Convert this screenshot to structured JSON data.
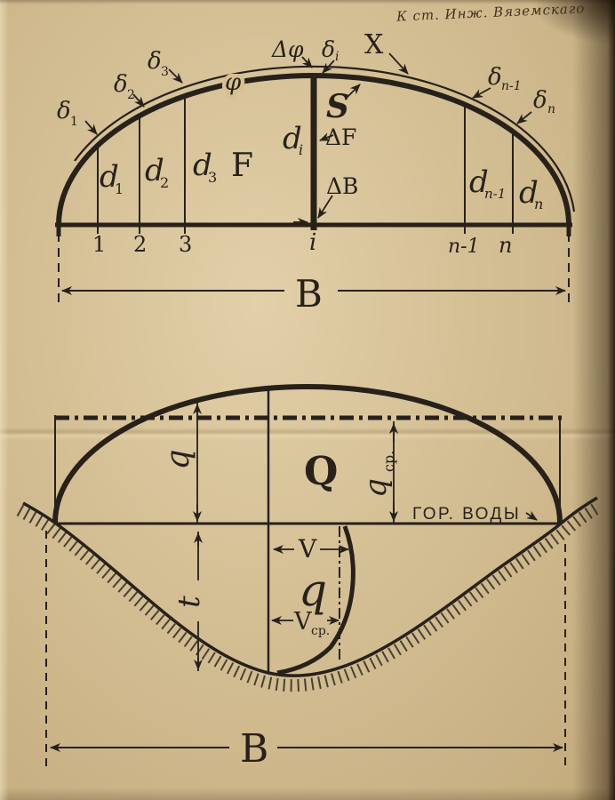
{
  "colors": {
    "paper": "#d6bf92",
    "ink": "#27211a",
    "hand": "#43301d"
  },
  "page": {
    "handwriting": "К ст. Инж. Вяземскаго"
  },
  "top": {
    "phi": "φ",
    "delta_phi": "Δφ",
    "x": "X",
    "s": "S",
    "f": "F",
    "delta_f": "ΔF",
    "delta_b": "ΔB",
    "b": "B",
    "delta1": {
      "m": "δ",
      "s": "1"
    },
    "delta2": {
      "m": "δ",
      "s": "2"
    },
    "delta3": {
      "m": "δ",
      "s": "3"
    },
    "delta_i": {
      "m": "δ",
      "s": "i"
    },
    "delta_n1": {
      "m": "δ",
      "s": "n-1"
    },
    "delta_n": {
      "m": "δ",
      "s": "n"
    },
    "d1": {
      "m": "d",
      "s": "1"
    },
    "d2": {
      "m": "d",
      "s": "2"
    },
    "d3": {
      "m": "d",
      "s": "3"
    },
    "d_i": {
      "m": "d",
      "s": "i"
    },
    "d_n1": {
      "m": "d",
      "s": "n-1"
    },
    "d_n": {
      "m": "d",
      "s": "n"
    },
    "ticks": {
      "n1": "1",
      "n2": "2",
      "n3": "3",
      "ni": "i",
      "nn1": "n-1",
      "nn": "n"
    }
  },
  "bottom": {
    "q": "q",
    "big_q": "Q",
    "q_avg": {
      "m": "q",
      "s": "ср."
    },
    "water": "ГОР. ВОДЫ",
    "t": "t",
    "v": "V",
    "q_unit": "q",
    "v_avg": {
      "m": "V",
      "s": "ср."
    },
    "b": "B"
  }
}
